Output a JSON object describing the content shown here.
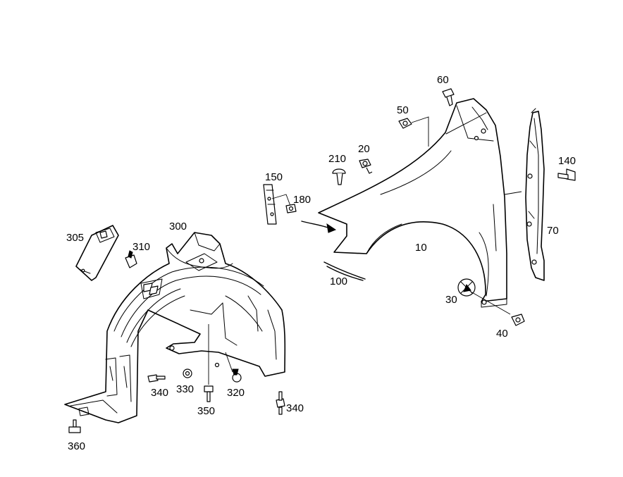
{
  "callouts": {
    "c10": "10",
    "c20": "20",
    "c30": "30",
    "c40": "40",
    "c50": "50",
    "c60": "60",
    "c70": "70",
    "c100": "100",
    "c140": "140",
    "c150": "150",
    "c180": "180",
    "c210": "210",
    "c300": "300",
    "c305": "305",
    "c310": "310",
    "c320": "320",
    "c330": "330",
    "c340a": "340",
    "c340b": "340",
    "c350": "350",
    "c360": "360"
  }
}
